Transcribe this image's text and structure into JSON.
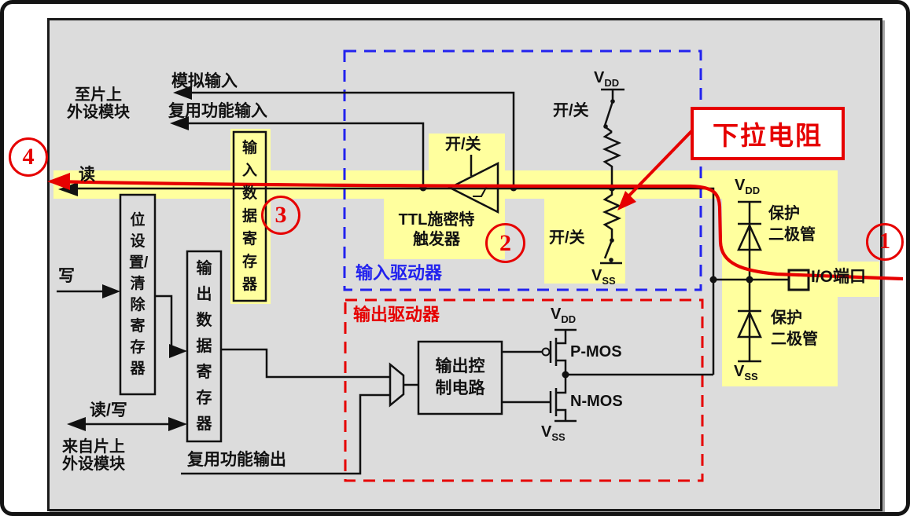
{
  "labels": {
    "analog_input": "模拟输入",
    "af_input": "复用功能输入",
    "to_onchip_1": "至片上",
    "to_onchip_2": "外设模块",
    "read": "读",
    "write": "写",
    "read_write": "读/写",
    "from_onchip_1": "来自片上",
    "from_onchip_2": "外设模块",
    "af_output": "复用功能输出",
    "bit_set_clear_reg": "位设置/清除寄存器",
    "output_data_reg": "输出数据寄存器",
    "input_data_reg": "输入数据寄存器",
    "output_control_1": "输出控",
    "output_control_2": "制电路",
    "ttl_1": "TTL施密特",
    "ttl_2": "触发器",
    "on_off": "开/关",
    "input_driver": "输入驱动器",
    "output_driver": "输出驱动器",
    "pulldown_resistor": "下拉电阻",
    "protect_1": "保护",
    "protect_2": "二极管",
    "io_port": "I/O端口",
    "pmos": "P-MOS",
    "nmos": "N-MOS",
    "v": "V",
    "sub_dd": "DD",
    "sub_ss": "SS",
    "num_1": "1",
    "num_2": "2",
    "num_3": "3",
    "num_4": "4"
  },
  "colors": {
    "highlight": "#FFFF9E",
    "diagram_bg": "#DCDCDC",
    "accent_red": "#E60000",
    "accent_blue": "#2222EE",
    "wire": "#111111"
  }
}
